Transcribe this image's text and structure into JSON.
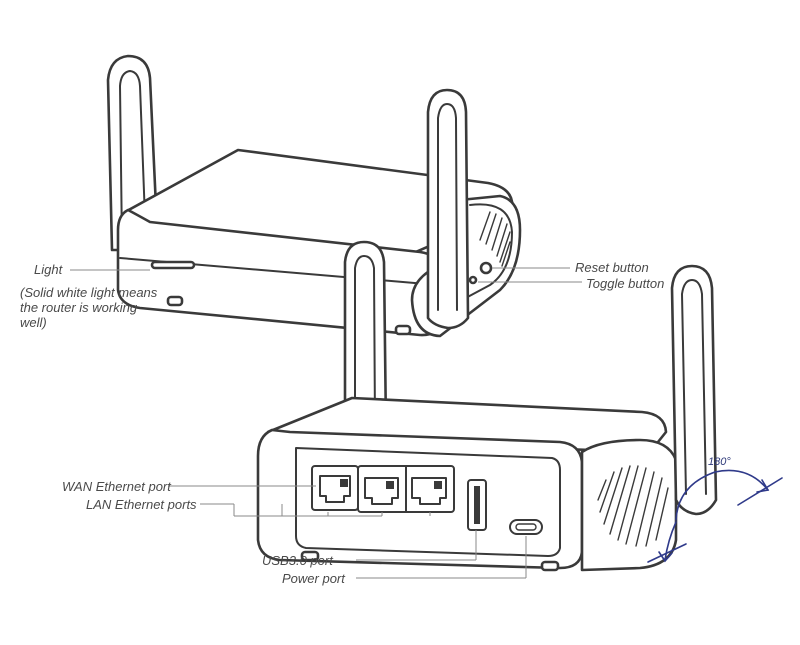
{
  "labels": {
    "light": "Light",
    "light_note": "(Solid white light means the router is working well)",
    "reset_button": "Reset button",
    "toggle_button": "Toggle button",
    "wan_port": "WAN Ethernet port",
    "lan_ports": "LAN Ethernet ports",
    "usb_port": "USB3.0 port",
    "power_port": "Power port",
    "rotation": "180°"
  },
  "colors": {
    "outline": "#3a3a3a",
    "leader_line": "#8a8a8a",
    "rotation_arrow": "#2f3a8a",
    "text": "#4a4a4a"
  }
}
